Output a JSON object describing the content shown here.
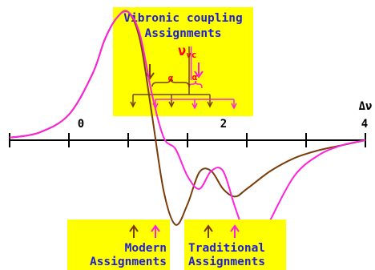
{
  "colors": {
    "modern": "#7a3d0a",
    "traditional": "#ff22dd",
    "box": "#ffff00",
    "label_text": "#1f1fd0",
    "nu_text": "#ff0000",
    "axis": "#000000"
  },
  "axis": {
    "symbol": "Δν",
    "tick_labels": [
      "0",
      "2",
      "4"
    ]
  },
  "vibronic_box": {
    "line1": "Vibronic coupling",
    "line2": "Assignments",
    "nu_symbol": "ν",
    "nu_subscript": "vc",
    "alpha1": "α",
    "alpha2": "α"
  },
  "modern_box": {
    "line1": "Modern",
    "line2": "Assignments"
  },
  "traditional_box": {
    "line1": "Traditional",
    "line2": "Assignments"
  },
  "chart_data": {
    "type": "line",
    "xlim": [
      -2,
      4
    ],
    "grid": false,
    "series": [
      {
        "color": "#7a3d0a",
        "x": [
          -2.0,
          -1.5,
          -1.0,
          -0.6,
          -0.4,
          -0.2,
          0.0,
          0.2,
          0.4,
          0.6,
          0.8,
          1.0,
          1.2,
          1.4,
          1.6,
          1.8,
          2.0,
          2.4,
          2.8,
          3.2,
          3.6,
          4.0
        ],
        "y": [
          0.02,
          0.06,
          0.2,
          0.52,
          0.78,
          0.95,
          1.0,
          0.78,
          0.2,
          -0.4,
          -0.66,
          -0.5,
          -0.25,
          -0.24,
          -0.38,
          -0.44,
          -0.38,
          -0.24,
          -0.14,
          -0.08,
          -0.04,
          0.0
        ]
      },
      {
        "color": "#ff22dd",
        "x": [
          -2.0,
          -1.5,
          -1.0,
          -0.6,
          -0.4,
          -0.2,
          0.0,
          0.2,
          0.4,
          0.6,
          0.8,
          1.0,
          1.2,
          1.4,
          1.6,
          1.8,
          2.0,
          2.2,
          2.4,
          2.8,
          3.2,
          3.6,
          4.0
        ],
        "y": [
          0.02,
          0.06,
          0.2,
          0.52,
          0.78,
          0.95,
          1.0,
          0.82,
          0.36,
          0.02,
          -0.07,
          -0.28,
          -0.38,
          -0.24,
          -0.24,
          -0.52,
          -0.76,
          -0.82,
          -0.62,
          -0.28,
          -0.12,
          -0.04,
          0.0
        ]
      }
    ]
  }
}
